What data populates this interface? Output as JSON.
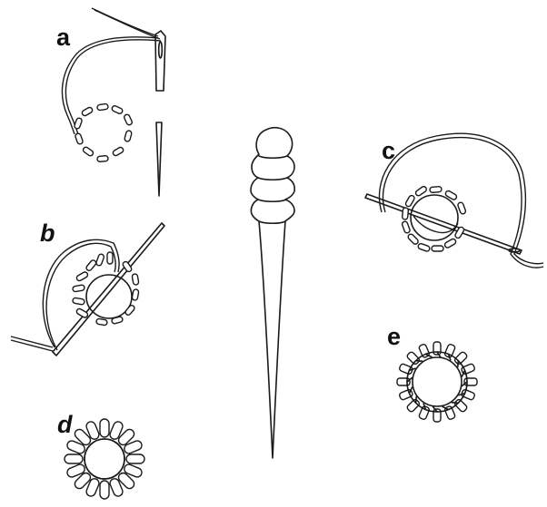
{
  "figure": {
    "labels": {
      "a": "a",
      "b": "b",
      "c": "c",
      "d": "d",
      "e": "e"
    },
    "colors": {
      "ink": "#1a1a1a",
      "background": "#ffffff"
    }
  }
}
